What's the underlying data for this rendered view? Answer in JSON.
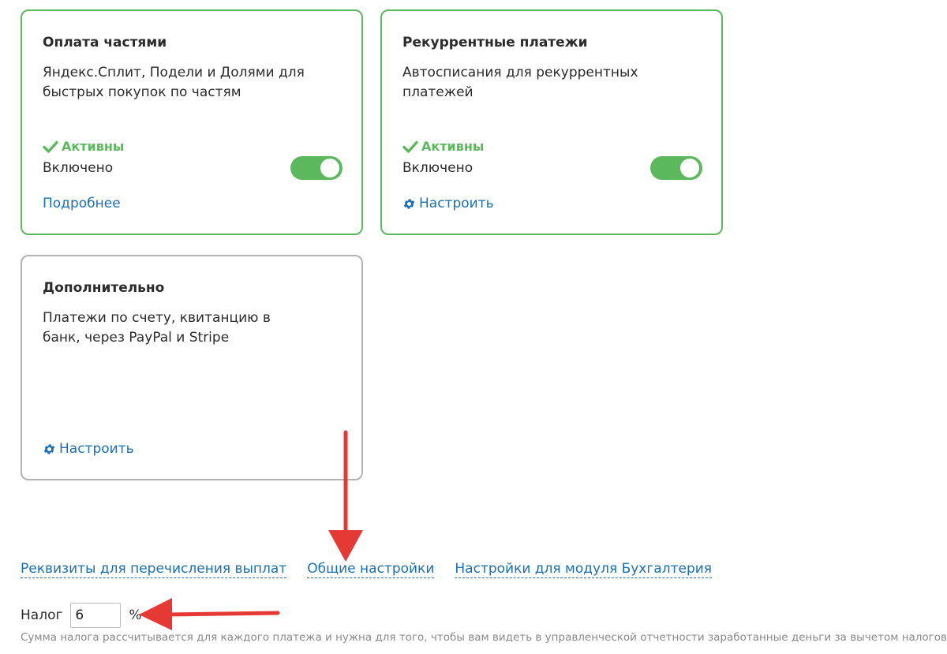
{
  "cards": [
    {
      "title": "Оплата частями",
      "description": "Яндекс.Сплит, Подели и Долями для быстрых покупок по частям",
      "status": "Активны",
      "enabled_label": "Включено",
      "toggle_on": true,
      "link": "Подробнее"
    },
    {
      "title": "Рекуррентные платежи",
      "description": "Автосписания для рекуррентных платежей",
      "status": "Активны",
      "enabled_label": "Включено",
      "toggle_on": true,
      "link": "Настроить"
    },
    {
      "title": "Дополнительно",
      "description": "Платежи по счету, квитанцию в банк, через PayPal и Stripe",
      "link": "Настроить"
    }
  ],
  "bottom_links": [
    "Реквизиты для перечисления выплат",
    "Общие настройки",
    "Настройки для модуля Бухгалтерия"
  ],
  "tax": {
    "label": "Налог",
    "value": "6",
    "unit": "%",
    "hint": "Сумма налога рассчитывается для каждого платежа и нужна для того, чтобы вам видеть в управленческой отчетности заработанные деньги за вычетом налогов."
  },
  "colors": {
    "active_green": "#5cb85c",
    "link_blue": "#1a6fb5",
    "annotation_red": "#e53935",
    "inactive_border": "#b3b3b3"
  },
  "icons": {
    "status": "check-icon",
    "settings": "gear-icon"
  }
}
